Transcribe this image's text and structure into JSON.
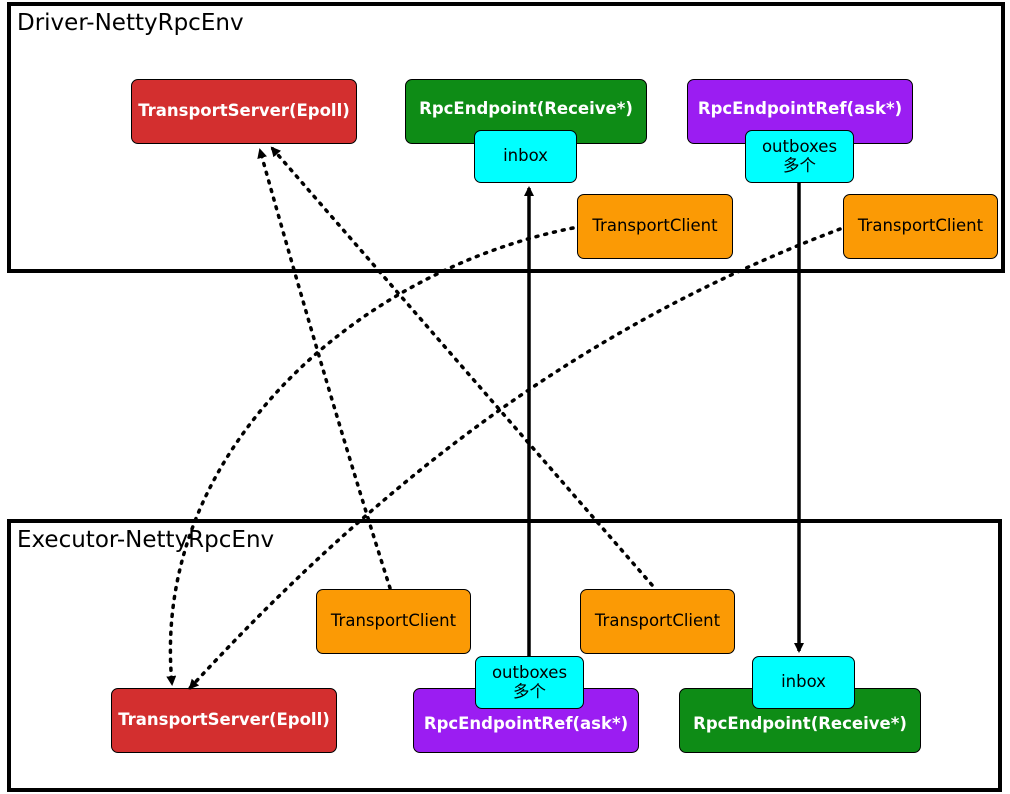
{
  "driver": {
    "title": "Driver-NettyRpcEnv",
    "transport_server": "TransportServer(Epoll)",
    "rpc_endpoint": "RpcEndpoint(Receive*)",
    "inbox": "inbox",
    "rpc_endpoint_ref": "RpcEndpointRef(ask*)",
    "outboxes": "outboxes",
    "outboxes_sub": "多个",
    "transport_client_1": "TransportClient",
    "transport_client_2": "TransportClient"
  },
  "executor": {
    "title": "Executor-NettyRpcEnv",
    "transport_client_1": "TransportClient",
    "transport_client_2": "TransportClient",
    "transport_server": "TransportServer(Epoll)",
    "outboxes": "outboxes",
    "outboxes_sub": "多个",
    "rpc_endpoint_ref": "RpcEndpointRef(ask*)",
    "inbox": "inbox",
    "rpc_endpoint": "RpcEndpoint(Receive*)"
  },
  "colors": {
    "transport_server": "#d32f2f",
    "rpc_endpoint": "#0e8c16",
    "rpc_endpoint_ref": "#9b1df2",
    "transport_client": "#fb9a05",
    "inbox_outbox": "#00ffff"
  }
}
